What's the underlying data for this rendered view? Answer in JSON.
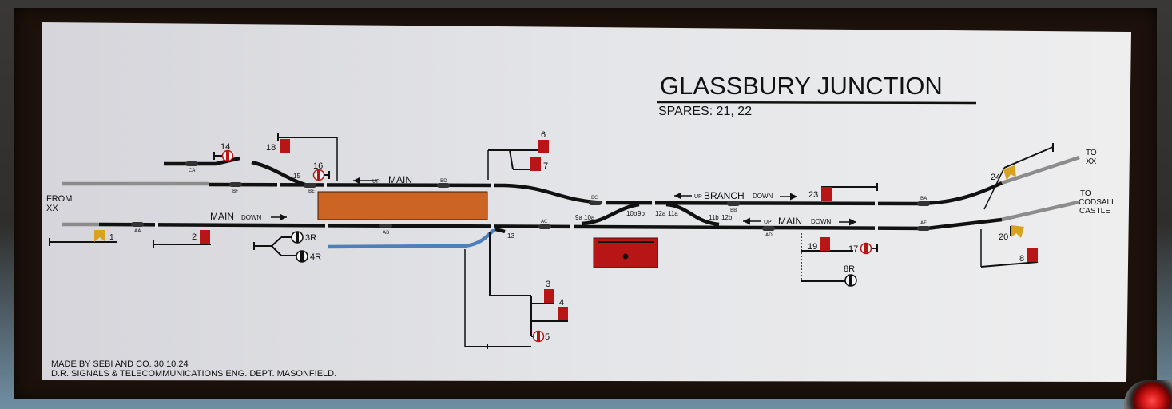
{
  "title": "GLASSBURY JUNCTION",
  "spares": "SPARES: 21, 22",
  "footer": {
    "line1": "MADE BY SEBI AND CO. 30.10.24",
    "line2": "D.R. SIGNALS & TELECOMMUNICATIONS ENG. DEPT. MASONFIELD."
  },
  "destinations": {
    "from": [
      "FROM",
      "XX"
    ],
    "to_xx": [
      "TO",
      "XX"
    ],
    "to_codsall": [
      "TO",
      "CODSALL",
      "CASTLE"
    ]
  },
  "line_labels": {
    "up_main_top": {
      "prefix": "UP",
      "main": "MAIN"
    },
    "main_down_left": {
      "main": "MAIN",
      "suffix": "DOWN"
    },
    "up_branch_down": {
      "prefix": "UP",
      "main": "BRANCH",
      "suffix": "DOWN"
    },
    "up_main_down_right": {
      "prefix": "UP",
      "main": "MAIN",
      "suffix": "DOWN"
    }
  },
  "signals": [
    "1",
    "2",
    "3",
    "4",
    "5",
    "6",
    "7",
    "8",
    "14",
    "16",
    "17",
    "18",
    "19",
    "20",
    "23",
    "24"
  ],
  "ground_signals": [
    "3R",
    "4R",
    "8R"
  ],
  "points": [
    "9a",
    "10a",
    "10b",
    "9b",
    "12a",
    "11a",
    "11b",
    "12b",
    "13",
    "15"
  ],
  "track_circuits": [
    "CA",
    "BF",
    "BE",
    "BD",
    "BC",
    "BB",
    "BA",
    "AA",
    "AB",
    "AC",
    "AD",
    "AE"
  ],
  "colors": {
    "board": "#e2e3e7",
    "track": "#111111",
    "signal_red": "#b81616",
    "signal_yellow": "#d9a21e",
    "platform": "#cc6424",
    "siding_blue": "#4d80b8",
    "inactive_grey": "#8c8c8c"
  }
}
